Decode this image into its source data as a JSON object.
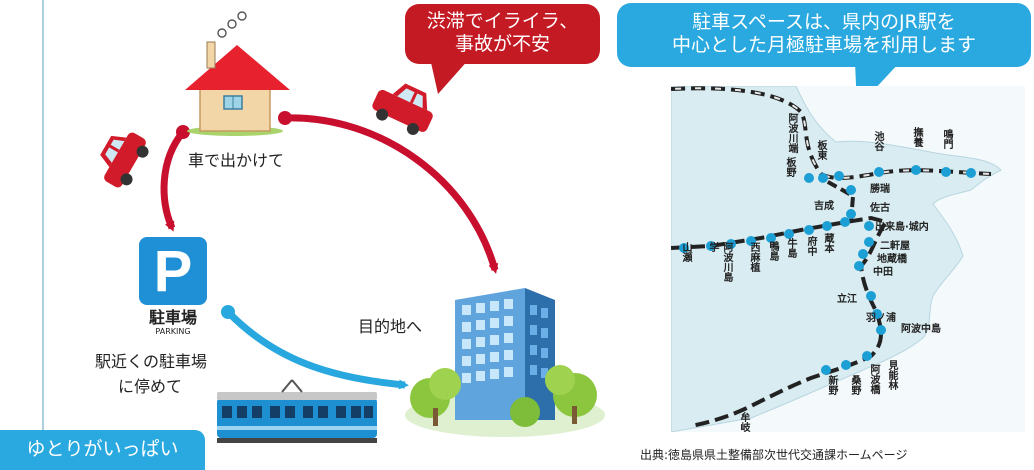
{
  "left_diagram": {
    "car_label": "車で出かけて",
    "destination_label": "目的地へ",
    "parking_label_line1": "駅近くの駐車場",
    "parking_label_line2": "に停めて",
    "parking_sign_kanji": "駐車場",
    "parking_sign_en": "PARKING",
    "parking_sign_letter": "P",
    "worry_bubble_line1": "渋滞でイライラ、",
    "worry_bubble_line2": "事故が不安",
    "relax_badge": "ゆとりがいっぱい"
  },
  "right_panel": {
    "bubble_line1": "駐車スペースは、県内のJR駅を",
    "bubble_line2": "中心とした月極駐車場を利用します",
    "source_caption": "出典:徳島県県土整備部次世代交通課ホームページ",
    "stations": {
      "awa_kawabata": "阿波川端",
      "itano": "板野",
      "bando": "板東",
      "ikenotani": "池谷",
      "muya": "撫養",
      "naruto": "鳴門",
      "shori": "勝瑞",
      "yoshinari": "吉成",
      "sako": "佐古",
      "kuramoto": "蔵本",
      "demizu_shironouchi": "出来島·城内",
      "fuchu": "府中",
      "ushijima": "牛島",
      "kamojima": "鴨島",
      "nishi_oe": "西麻植",
      "awa_kawashima": "阿波川島",
      "gakko": "学",
      "yamase": "山瀬",
      "nikenya": "二軒屋",
      "jizobashi": "地蔵橋",
      "nakata": "中田",
      "tatsue": "立江",
      "hanoura": "羽ノ浦",
      "awa_nakashima": "阿波中島",
      "minoribayashi": "見能林",
      "awa_tachibana": "阿波橋",
      "kuwano": "桑野",
      "shinno": "新野",
      "mugi": "牟岐"
    }
  },
  "colors": {
    "red_arrow": "#c8102e",
    "blue_arrow": "#29a8e0",
    "bubble_red": "#c41a24",
    "bubble_blue": "#2aa9e0",
    "map_land": "#d9ecf1",
    "map_sea": "#f4f9fb",
    "station_dot": "#1c9fd4",
    "guide_line": "#a9cfe0"
  },
  "icons": [
    "house-icon",
    "red-car-icon",
    "red-car-icon",
    "parking-sign-icon",
    "train-icon",
    "office-building-icon",
    "tree-icon"
  ]
}
